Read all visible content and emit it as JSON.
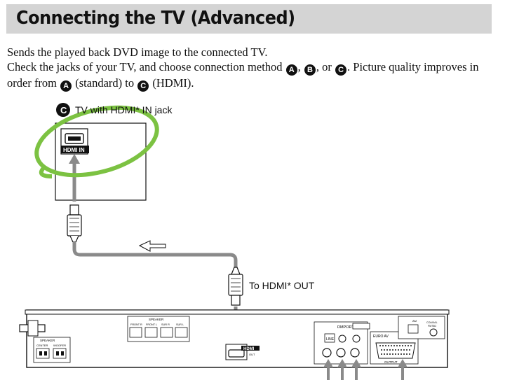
{
  "header": {
    "title": "Connecting the TV (Advanced)"
  },
  "intro": {
    "line1": "Sends the played back DVD image to the connected TV.",
    "line2_pre": "Check the jacks of your TV, and choose connection method",
    "line2_mid1": ",",
    "line2_mid2": ", or",
    "line2_post": ". Picture quality improves in",
    "line3_pre": "order from",
    "line3_mid": "(standard) to",
    "line3_post": "(HDMI).",
    "marker_a": "A",
    "marker_b": "B",
    "marker_c": "C"
  },
  "diagram": {
    "tv_marker": "C",
    "tv_label": "TV with HDMI* IN jack",
    "tv_jack_label": "HDMI IN",
    "cable_label": "To HDMI* OUT",
    "unit_labels": {
      "speaker": "SPEAKER",
      "speaker_left": "SPEAKER",
      "center": "CENTER",
      "woofer": "WOOFER",
      "front_r": "FRONT R",
      "front_l": "FRONT L",
      "sur_r": "SUR R",
      "sur_l": "SUR L",
      "hdmi_out": "HDMI",
      "out": "OUT",
      "dmport": "DMPORT",
      "line": "LINE",
      "euro_av": "EURO AV",
      "output": "OUTPUT",
      "coaxial": "COAXIAL",
      "fm75": "FM75Ω",
      "am": "AM"
    }
  },
  "colors": {
    "title_bar": "#d4d4d4",
    "highlight_ellipse": "#7cc242",
    "cable": "#8a8a8a",
    "outline": "#111111"
  }
}
